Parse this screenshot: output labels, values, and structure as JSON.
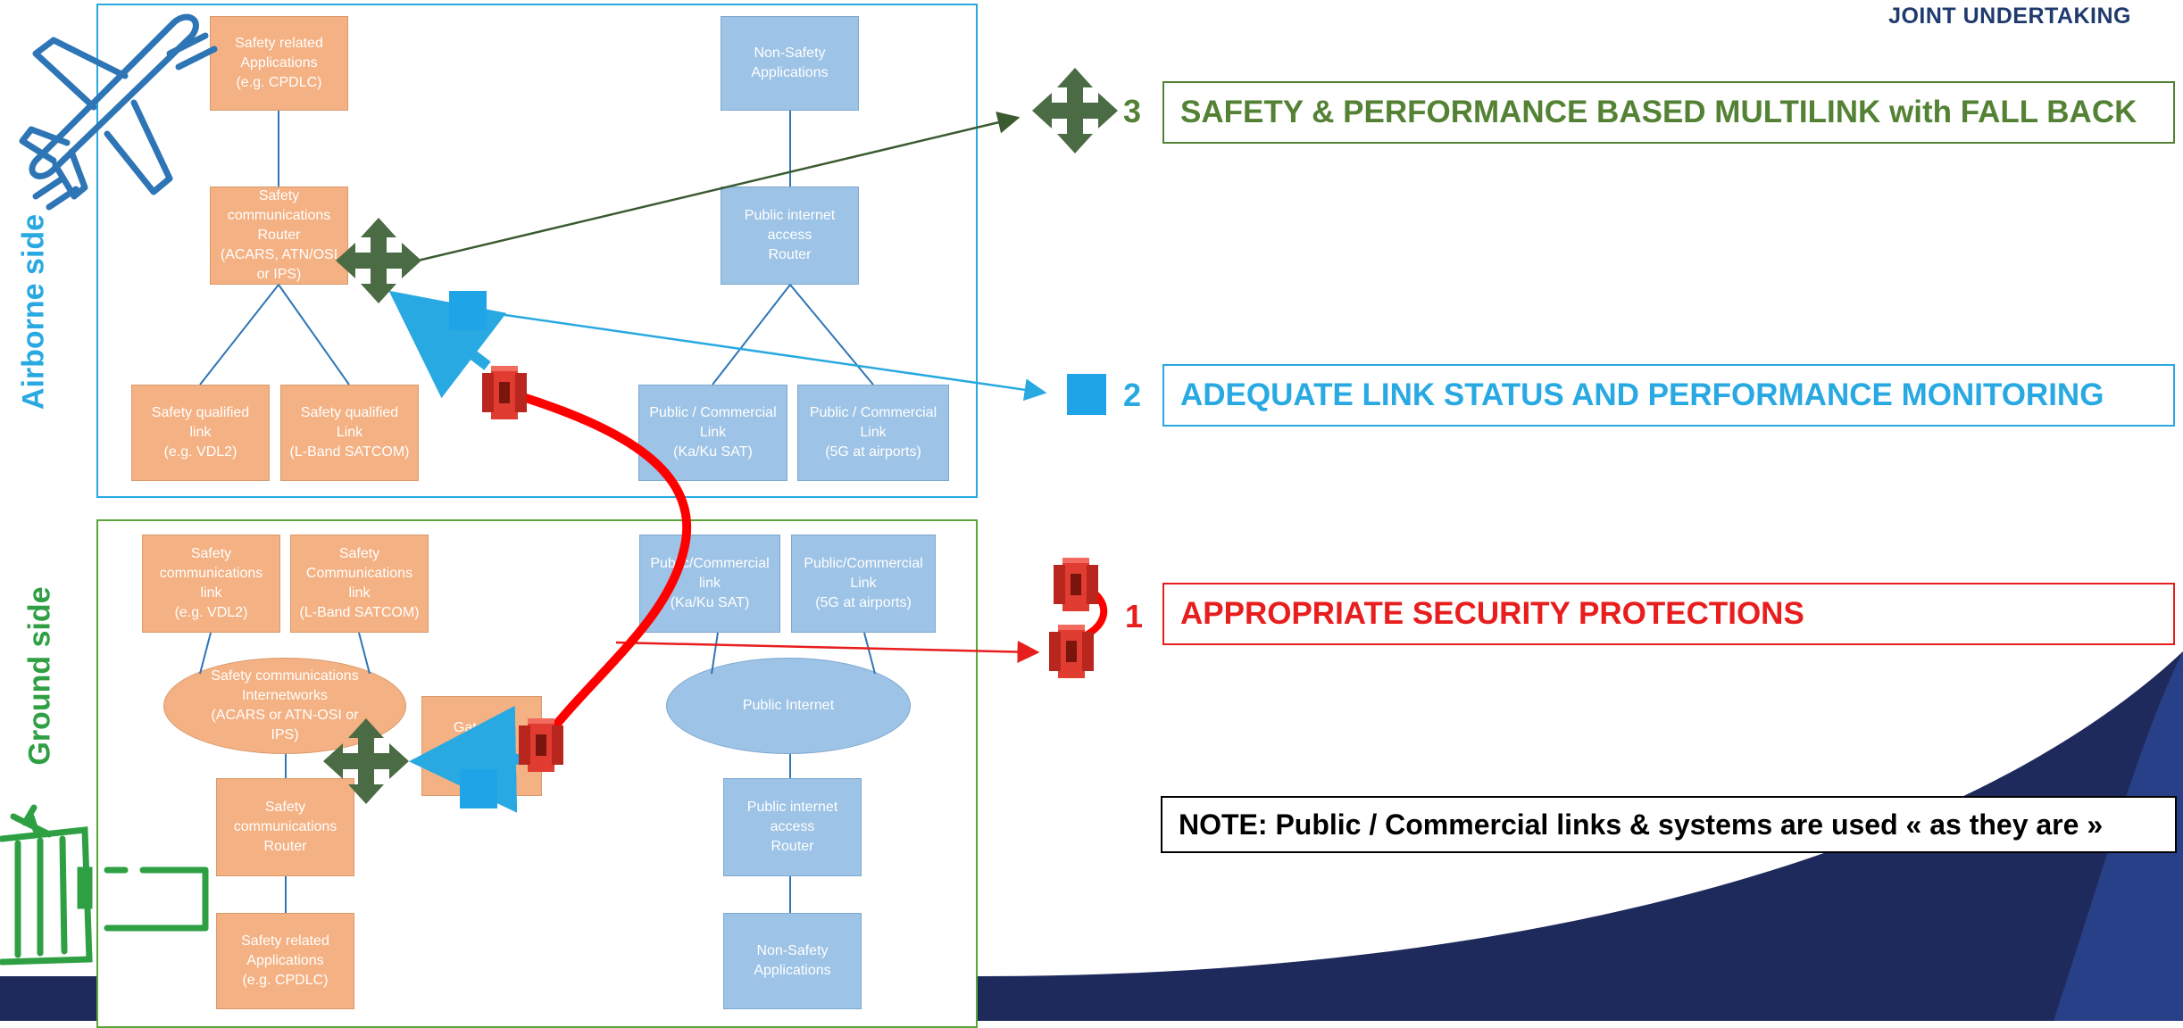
{
  "header": {
    "org_text": "JOINT UNDERTAKING"
  },
  "labels": {
    "airborne": "Airborne side",
    "ground": "Ground side"
  },
  "airborne": {
    "safety_apps": "Safety related\nApplications\n(e.g. CPDLC)",
    "safety_router": "Safety\ncommunications\nRouter\n(ACARS, ATN/OSI\nor IPS)",
    "safety_link_vdl2": "Safety qualified\nlink\n(e.g. VDL2)",
    "safety_link_lband": "Safety qualified\nLink\n(L-Band SATCOM)",
    "nonsafety_apps": "Non-Safety\nApplications",
    "public_router": "Public internet\naccess\nRouter",
    "public_link_kaku": "Public / Commercial\nLink\n(Ka/Ku SAT)",
    "public_link_5g": "Public / Commercial\nLink\n(5G at airports)"
  },
  "ground": {
    "safety_link_vdl2": "Safety\ncommunications\nlink\n(e.g. VDL2)",
    "safety_link_lband": "Safety\nCommunications\nlink\n(L-Band SATCOM)",
    "internetworks": "Safety communications\nInternetworks\n(ACARS or ATN-OSI or\nIPS)",
    "gateway": "Gateway",
    "safety_router": "Safety\ncommunications\nRouter",
    "safety_apps": "Safety related\nApplications\n(e.g. CPDLC)",
    "public_link_kaku": "Public/Commercial\nlink\n(Ka/Ku SAT)",
    "public_link_5g": "Public/Commercial\nLink\n(5G at airports)",
    "public_internet": "Public Internet",
    "public_router": "Public internet\naccess\nRouter",
    "nonsafety_apps": "Non-Safety\nApplications"
  },
  "callouts": {
    "item3": {
      "number": "3",
      "text": "SAFETY & PERFORMANCE BASED MULTILINK with FALL BACK"
    },
    "item2": {
      "number": "2",
      "text": "ADEQUATE LINK STATUS AND PERFORMANCE MONITORING"
    },
    "item1": {
      "number": "1",
      "text": "APPROPRIATE SECURITY PROTECTIONS"
    }
  },
  "note": "NOTE:  Public / Commercial links & systems are used « as they are »",
  "colors": {
    "safety_box": "#f4b183",
    "public_box": "#9dc3e6",
    "airborne_accent": "#29a9e1",
    "ground_accent": "#2ea043",
    "multilink_green": "#548235",
    "security_red": "#e81d1d",
    "navy_background": "#1f2a5c"
  },
  "icons": {
    "multilink": "four-way-arrow-icon",
    "monitoring": "blue-square-icon",
    "security": "red-shield-block-icon",
    "airplane": "airplane-icon",
    "tower": "control-tower-icon"
  }
}
